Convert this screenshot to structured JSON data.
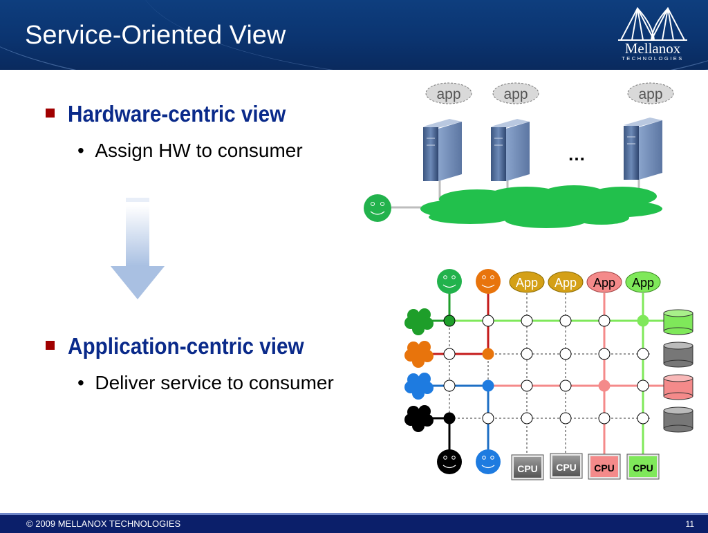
{
  "slide": {
    "title": "Service-Oriented View",
    "logo": {
      "name": "Mellanox",
      "subtitle": "TECHNOLOGIES"
    },
    "bullets": [
      {
        "heading": "Hardware-centric view",
        "sub": "Assign HW to consumer"
      },
      {
        "heading": "Application-centric view",
        "sub": "Deliver service to consumer"
      }
    ],
    "footer": {
      "copyright": "© 2009  MELLANOX TECHNOLOGIES",
      "page_number": "11"
    }
  },
  "top_diagram": {
    "app_labels": [
      "app",
      "app",
      "app"
    ],
    "ellipsis": "…"
  },
  "bottom_diagram": {
    "app_labels": [
      "App",
      "App",
      "App",
      "App"
    ],
    "cpu_labels": [
      "CPU",
      "CPU",
      "CPU",
      "CPU"
    ]
  },
  "colors": {
    "bullet_heading": "#0a2a8a",
    "bullet_marker": "#a00000",
    "green": "#22b24c",
    "orange": "#e8740c",
    "blue": "#1e7be0",
    "black": "#000000",
    "light_green": "#7fe85a",
    "pink": "#f48a8a",
    "gold": "#d4a017"
  },
  "icons": [
    "smiley-face-icon",
    "server-icon",
    "cloud-icon",
    "database-icon",
    "down-arrow-icon"
  ]
}
